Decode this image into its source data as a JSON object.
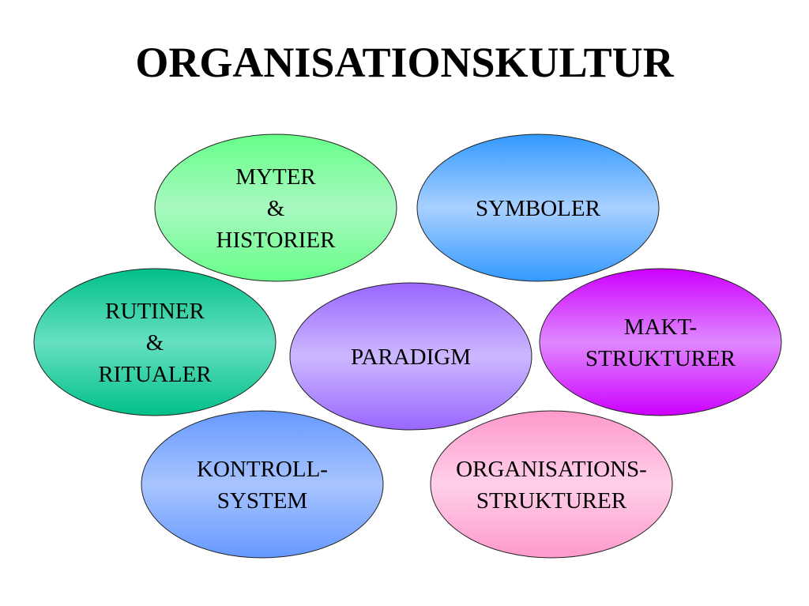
{
  "title": "ORGANISATIONSKULTUR",
  "nodes": [
    {
      "id": "myter",
      "lines": [
        "MYTER",
        "&",
        "HISTORIER"
      ],
      "edge_color": "#66ff88",
      "center_color": "#a8f8c0"
    },
    {
      "id": "symboler",
      "lines": [
        "SYMBOLER"
      ],
      "edge_color": "#3399ff",
      "center_color": "#a8d0ff"
    },
    {
      "id": "rutiner",
      "lines": [
        "RUTINER",
        "&",
        "RITUALER"
      ],
      "edge_color": "#00c088",
      "center_color": "#66e0c0"
    },
    {
      "id": "paradigm",
      "lines": [
        "PARADIGM"
      ],
      "edge_color": "#9966ff",
      "center_color": "#ccb8ff"
    },
    {
      "id": "makt",
      "lines": [
        "MAKT-",
        "STRUKTURER"
      ],
      "edge_color": "#cc00ff",
      "center_color": "#e088ff"
    },
    {
      "id": "kontroll",
      "lines": [
        "KONTROLL-",
        "SYSTEM"
      ],
      "edge_color": "#6699ff",
      "center_color": "#a8c4ff"
    },
    {
      "id": "organisation",
      "lines": [
        "ORGANISATIONS-",
        "STRUKTURER"
      ],
      "edge_color": "#ff99cc",
      "center_color": "#ffd0e8"
    }
  ]
}
